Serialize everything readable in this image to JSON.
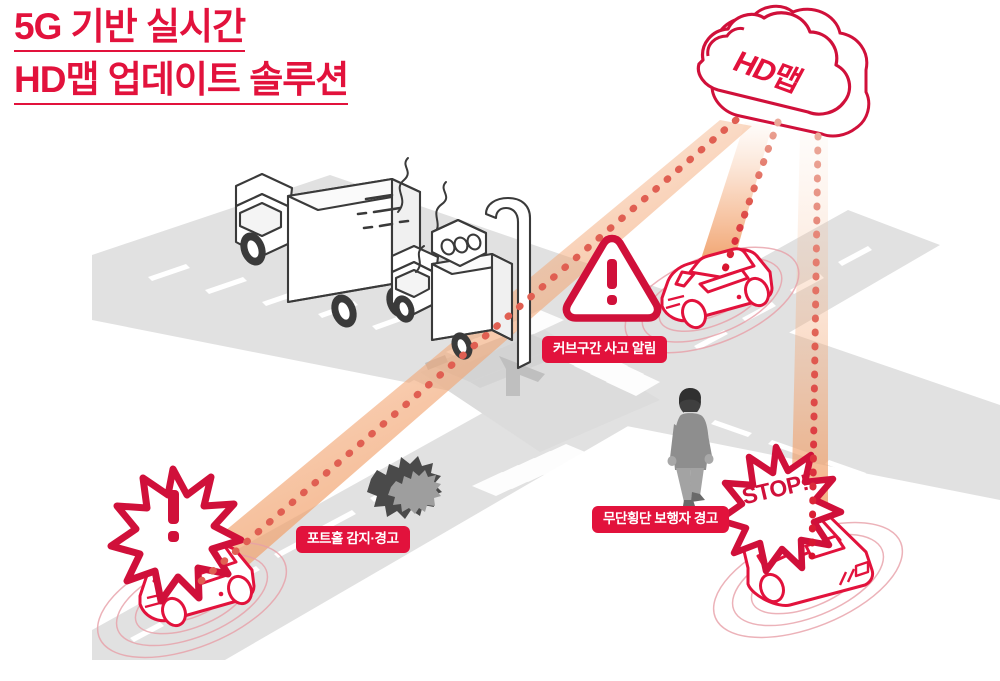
{
  "title": {
    "line1": "5G 기반 실시간",
    "line2": "HD맵 업데이트 솔루션",
    "color": "#E2123C"
  },
  "cloud": {
    "label": "HD맵",
    "outline_color": "#D0103A",
    "text_color": "#E2123C"
  },
  "labels": {
    "curve_accident": "커브구간 사고 알림",
    "pothole": "포트홀 감지·경고",
    "jaywalk": "무단횡단 보행자 경고"
  },
  "icons": {
    "stop_burst": "STOP!",
    "exclaim_burst": "!",
    "warning_triangle": "!",
    "pothole_icon": "pothole-starburst",
    "traffic_light": "traffic-light",
    "pedestrian": "pedestrian-walking"
  },
  "colors": {
    "brand_red": "#E2123C",
    "deep_red": "#D0103A",
    "road_gray": "#E1E1E1",
    "road_gray_dark": "#D2D2D2",
    "crosswalk_white": "#FFFFFF",
    "beam_orange": "#F0A268",
    "truck_outline": "#3A3A3A",
    "pedestrian_gray": "#9C9C9C",
    "pedestrian_dark": "#555555",
    "pothole_dark": "#4A4A4A",
    "pothole_light": "#9E9E9E",
    "ripple_red": "#E8A0A8"
  },
  "scene": {
    "description": "isometric X-intersection road scene",
    "vehicles": [
      {
        "name": "truck-large",
        "color": "#3A3A3A"
      },
      {
        "name": "truck-small",
        "color": "#3A3A3A"
      },
      {
        "name": "car-top-right",
        "color": "#E2123C"
      },
      {
        "name": "car-bottom-left",
        "color": "#E2123C"
      },
      {
        "name": "car-bottom-right",
        "color": "#E2123C"
      }
    ],
    "data_links": [
      {
        "name": "cloud-to-car-bottom-left"
      },
      {
        "name": "cloud-to-car-top-right"
      },
      {
        "name": "cloud-to-car-bottom-right"
      }
    ]
  }
}
